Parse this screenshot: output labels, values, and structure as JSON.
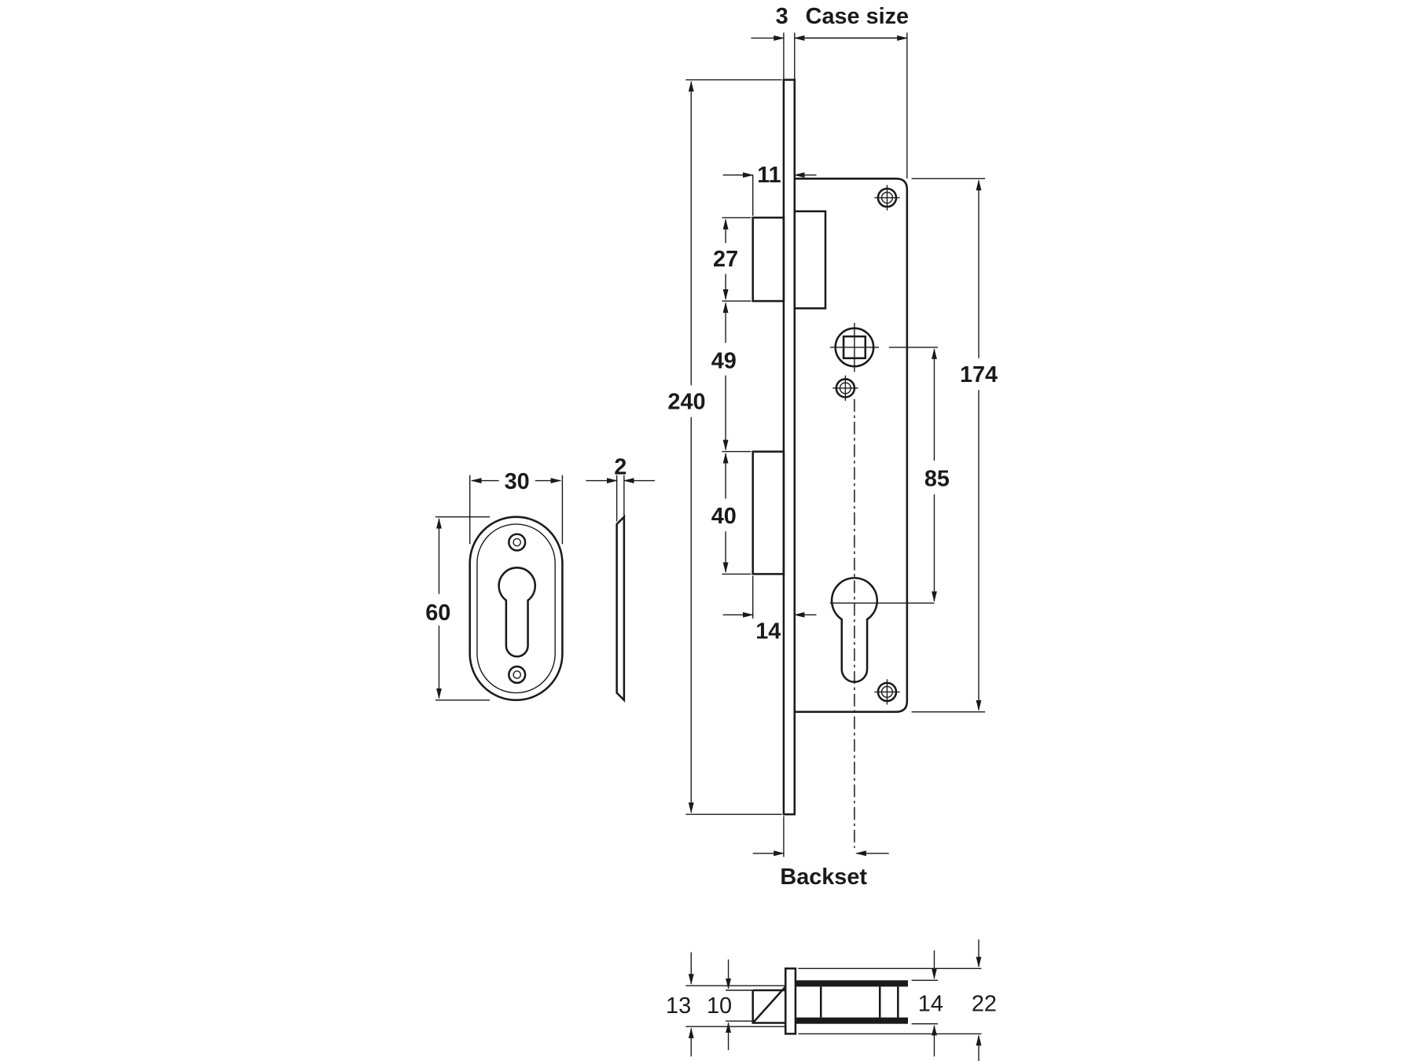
{
  "drawing": {
    "front_view": {
      "faceplate_thickness": "3",
      "case_size_label": "Case size",
      "faceplate_length": "240",
      "case_height": "174",
      "latch_offset": "11",
      "latch_height": "27",
      "latch_to_bolt": "49",
      "bolt_height": "40",
      "bolt_throw": "14",
      "spindle_to_cylinder": "85",
      "backset_label": "Backset"
    },
    "escutcheon": {
      "width": "30",
      "height": "60",
      "thickness": "2"
    },
    "bottom_view": {
      "latch_outer": "13",
      "latch_inner": "10",
      "case_width": "14",
      "faceplate_width": "22"
    }
  }
}
